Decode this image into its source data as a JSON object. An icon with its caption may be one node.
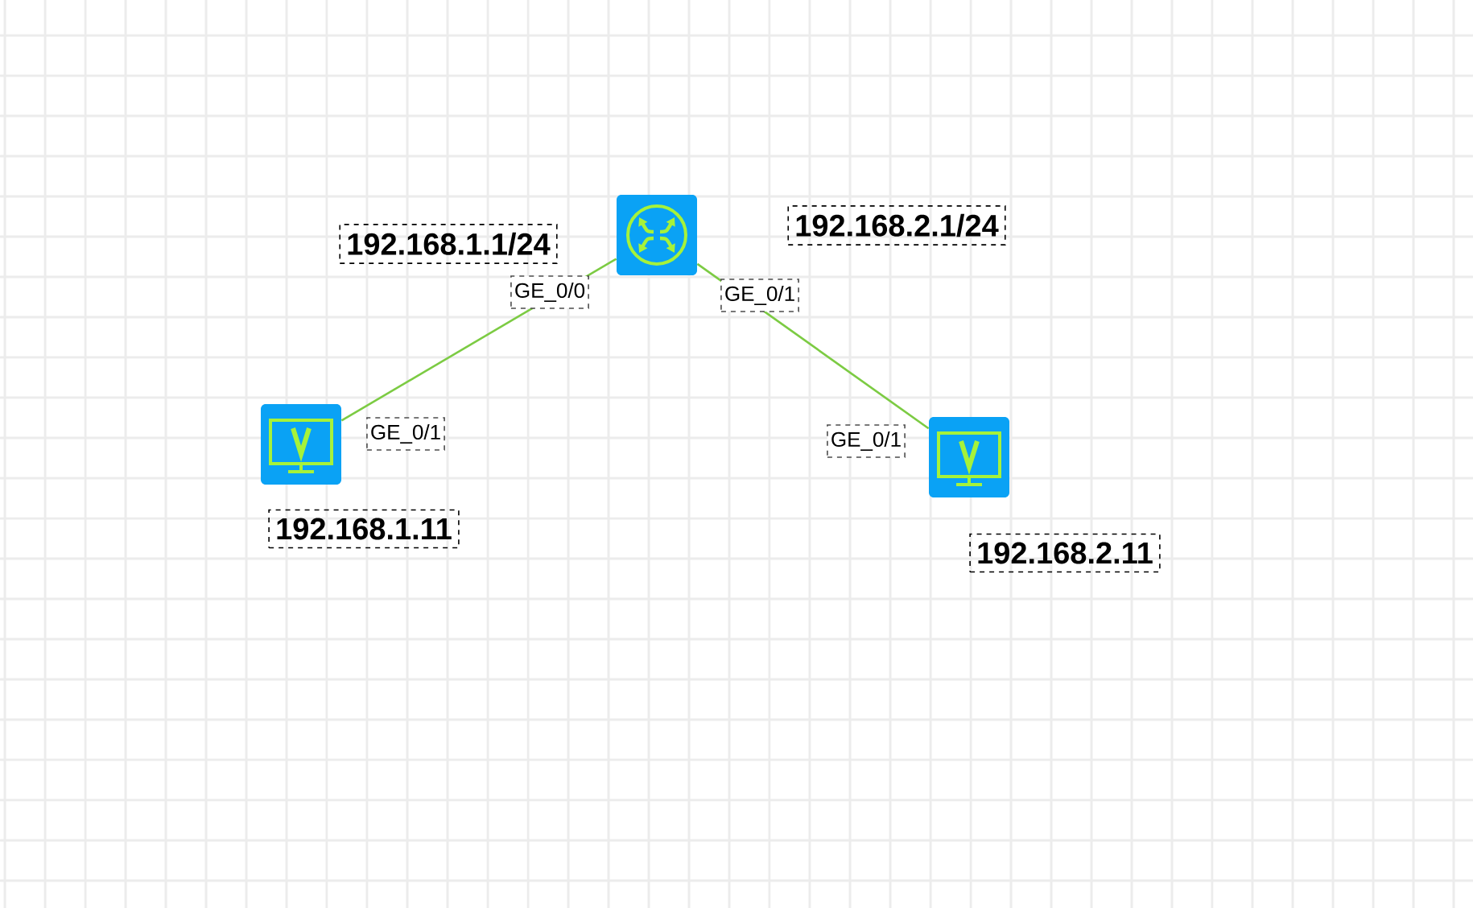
{
  "diagram": {
    "nodes": [
      {
        "text": [],
        "shape": "picture",
        "beside": [
          "192.168.1.1/24",
          "GE_0/0",
          "GE_0/1",
          "192.168.2.1/24"
        ]
      },
      {
        "text": [],
        "shape": "picture",
        "beside": [
          "GE_0/1",
          "192.168.1.11"
        ]
      },
      {
        "text": [],
        "shape": "picture",
        "beside": [
          "GE_0/1",
          "192.168.2.11"
        ]
      }
    ],
    "edges": [
      {
        "from": 0,
        "to": 1,
        "arrow": "none"
      },
      {
        "from": 0,
        "to": 2,
        "arrow": "none"
      }
    ]
  }
}
